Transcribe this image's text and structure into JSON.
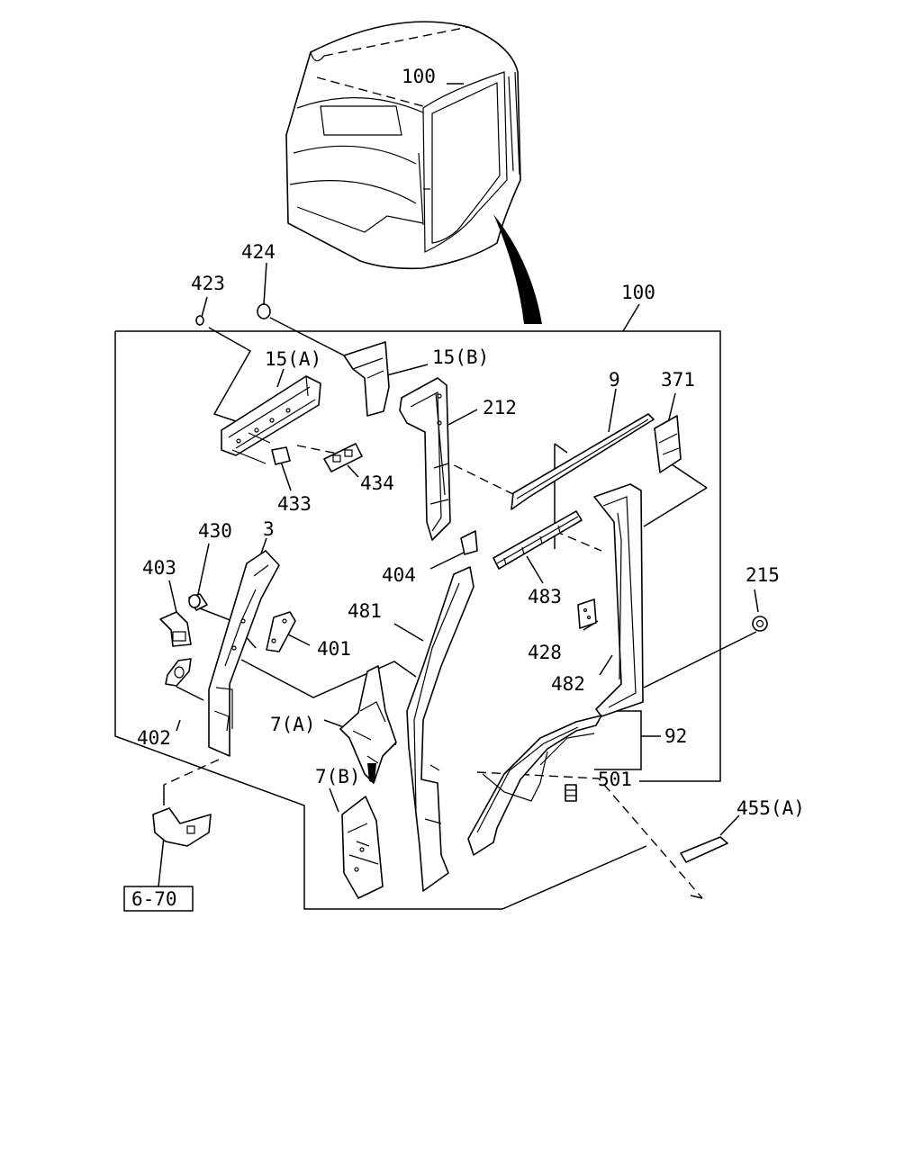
{
  "diagram": {
    "labels": {
      "cab": "100",
      "frame": "100",
      "p424": "424",
      "p423": "423",
      "p15a": "15(A)",
      "p15b": "15(B)",
      "p212": "212",
      "p9": "9",
      "p371": "371",
      "p433": "433",
      "p434": "434",
      "p430": "430",
      "p3": "3",
      "p403": "403",
      "p404": "404",
      "p483": "483",
      "p215": "215",
      "p481": "481",
      "p401": "401",
      "p428": "428",
      "p482": "482",
      "p402": "402",
      "p7a": "7(A)",
      "p92": "92",
      "p7b": "7(B)",
      "p501": "501",
      "p455a": "455(A)",
      "ref": "6-70"
    }
  }
}
